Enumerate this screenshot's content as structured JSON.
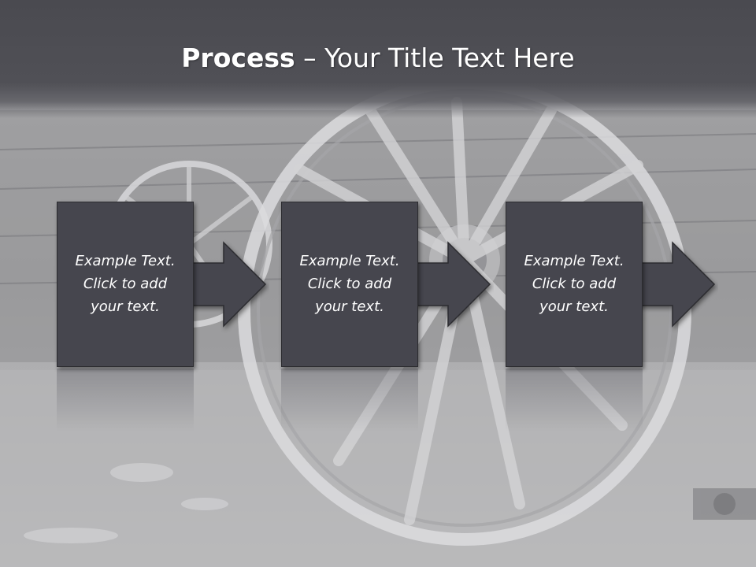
{
  "slide": {
    "title_bold": "Process",
    "title_rest": " – Your Title Text Here",
    "background_image": "wooden-wagon-wheels-photo"
  },
  "steps": [
    {
      "text": "Example Text.\nClick  to add\nyour text."
    },
    {
      "text": "Example Text.\nClick  to add\nyour text."
    },
    {
      "text": "Example Text.\nClick  to add\nyour text."
    }
  ],
  "colors": {
    "title_bar": "#4d4d53",
    "box_fill": "#46464e",
    "box_border": "#2c2c30",
    "text": "#ffffff"
  }
}
